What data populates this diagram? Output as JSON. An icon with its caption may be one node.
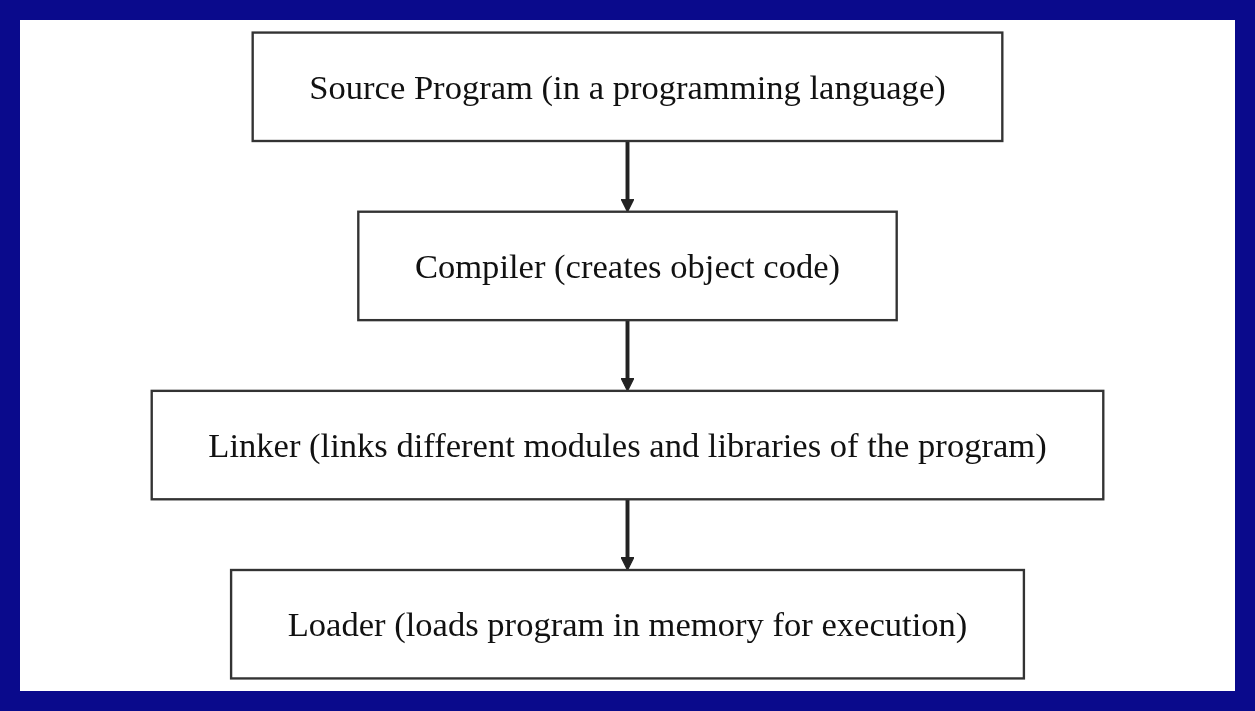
{
  "diagram": {
    "nodes": [
      {
        "text": [
          "Source Program (in a programming language)"
        ]
      },
      {
        "text": [
          "Compiler (creates object code)"
        ]
      },
      {
        "text": [
          "Linker (links different modules and libraries of the program)"
        ]
      },
      {
        "text": [
          "Loader (loads program in memory for execution)"
        ]
      }
    ],
    "edges": [
      {
        "from": 0,
        "to": 1,
        "arrow": "to"
      },
      {
        "from": 1,
        "to": 2,
        "arrow": "to"
      },
      {
        "from": 2,
        "to": 3,
        "arrow": "to"
      }
    ]
  }
}
